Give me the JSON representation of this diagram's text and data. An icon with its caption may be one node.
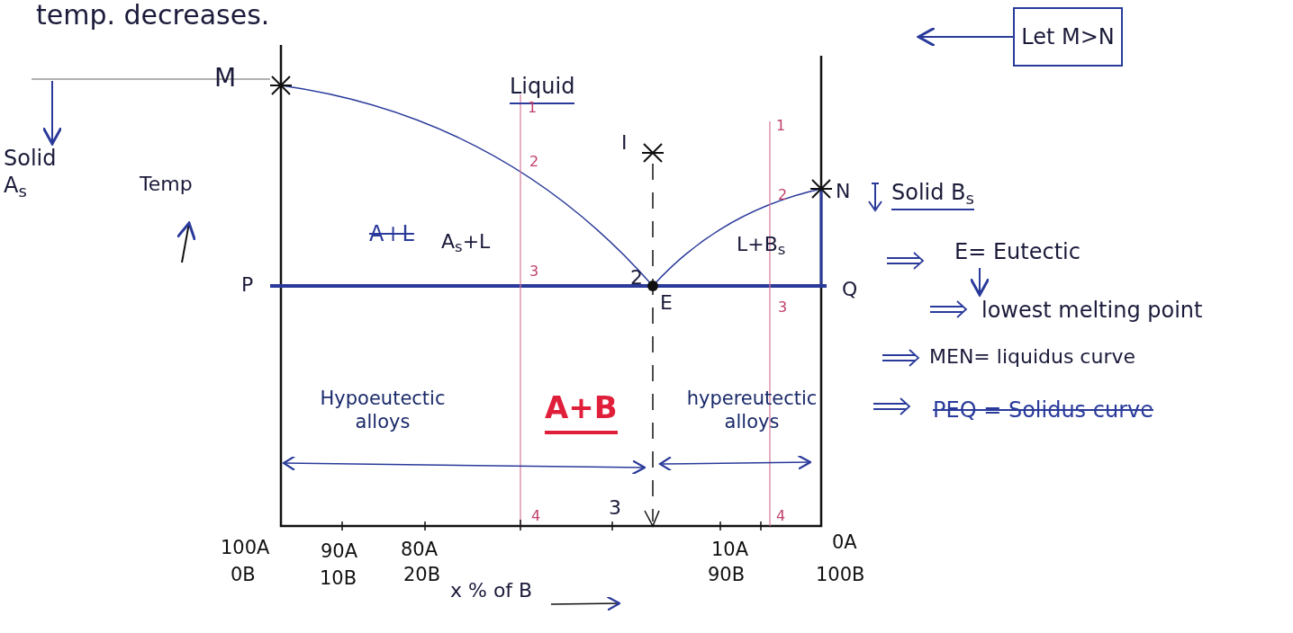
{
  "diagram": {
    "nodes": [
      {
        "text": [
          "Let M>N"
        ]
      },
      {
        "text": [
          "Solid A$_{s}$"
        ]
      },
      {
        "text": [
          "E= Eutectic"
        ]
      },
      {
        "text": [
          "lowest melting point"
        ]
      }
    ],
    "edges": [
      {
        "from": 0,
        "to": null,
        "arrow": "to"
      },
      {
        "from": null,
        "to": 1,
        "arrow": "to"
      },
      {
        "from": 2,
        "to": 3,
        "arrow": "to"
      }
    ],
    "labels": [
      "temp. decreases.",
      "M",
      "Liquid",
      "1",
      "1",
      "I",
      "2",
      "Temp",
      "N",
      "Solid B$_{s}$",
      "2",
      "A+L",
      "A$_{s}$+L",
      "L+B$_{s}$",
      "2",
      "3",
      "P",
      "Q",
      "E",
      "3",
      "MEN= liquidus curve",
      "PEQ = Solidus curve",
      "Hypoeutectic alloys",
      "A+B",
      "hypereutectic alloys",
      "3",
      "4",
      "4",
      "100A",
      "90A",
      "80A",
      "10A",
      "0A",
      "0B",
      "10B",
      "20B",
      "x % of B",
      "90B",
      "100B"
    ]
  }
}
